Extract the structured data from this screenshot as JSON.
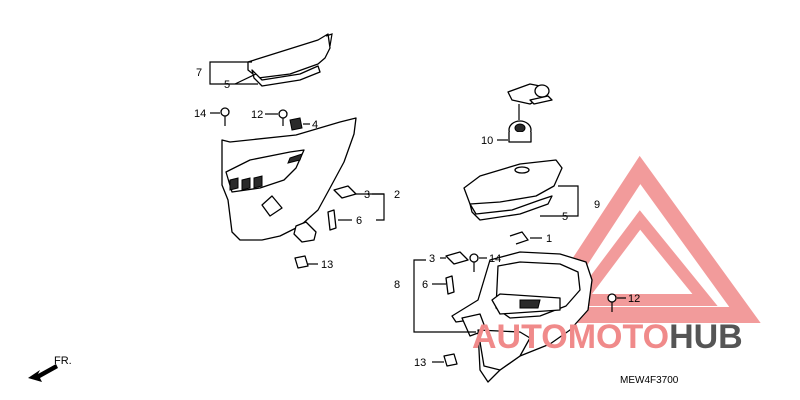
{
  "diagram": {
    "code": "MEW4F3700",
    "direction_label": "FR.",
    "labels": [
      "7",
      "5",
      "14",
      "12",
      "4",
      "3",
      "2",
      "6",
      "13",
      "10",
      "9",
      "5",
      "1",
      "3",
      "14",
      "8",
      "6",
      "12",
      "13"
    ]
  },
  "watermark": {
    "part1": "AUTOMOTO",
    "part2": "HUB",
    "color1": "#f08a8a",
    "color2": "#555555"
  }
}
